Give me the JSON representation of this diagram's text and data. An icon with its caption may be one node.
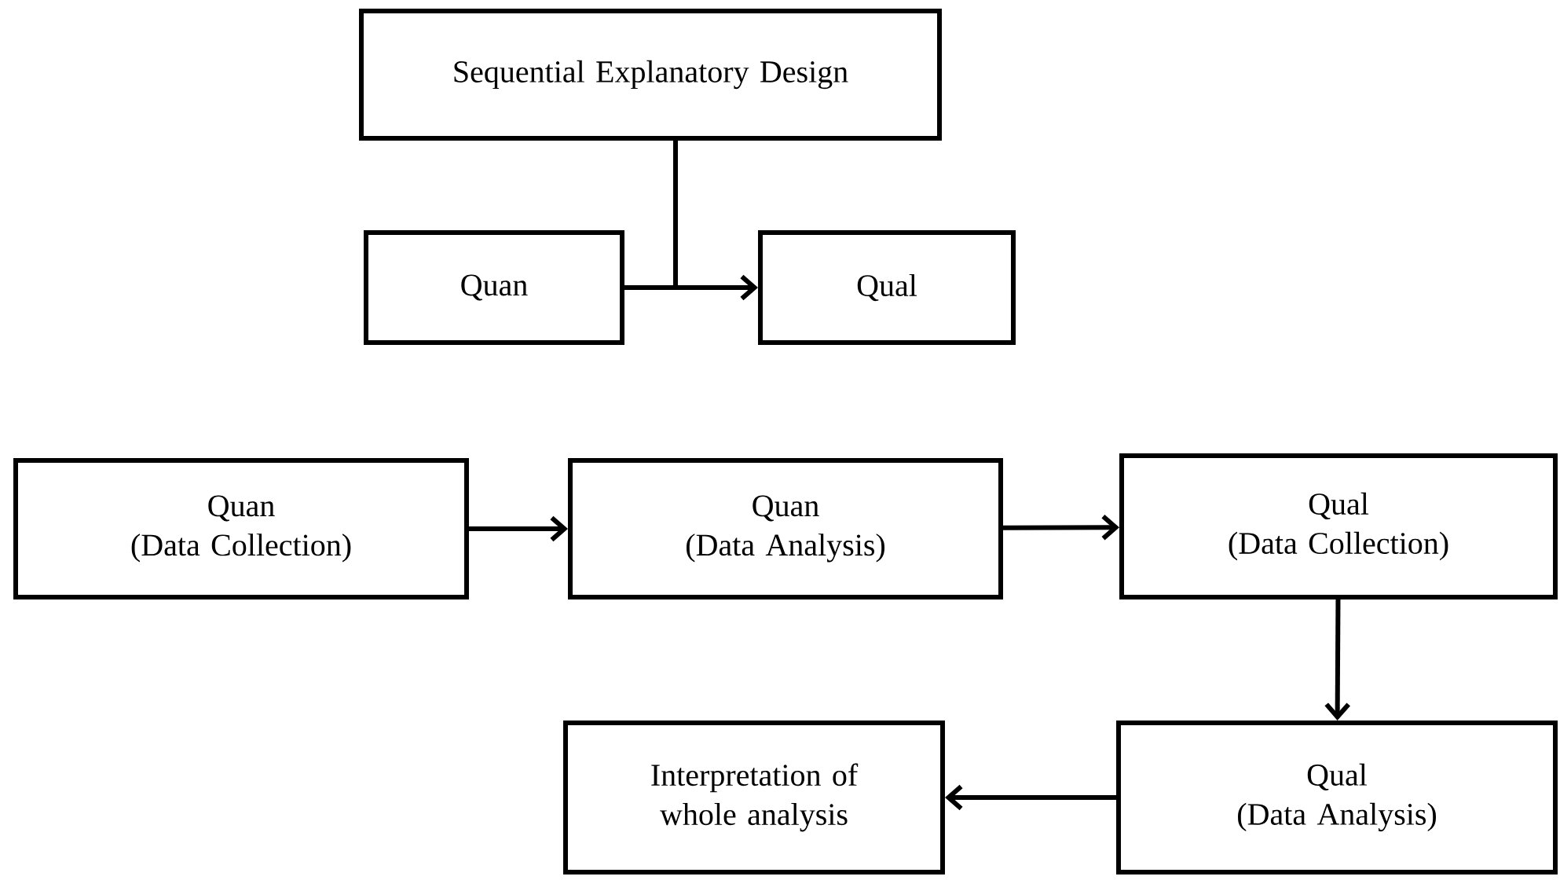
{
  "diagram": {
    "nodes": [
      {
        "text": [
          "Sequential Explanatory Design"
        ]
      },
      {
        "text": [
          "Quan"
        ]
      },
      {
        "text": [
          "Qual"
        ]
      },
      {
        "text": [
          "Quan",
          "(Data Collection)"
        ]
      },
      {
        "text": [
          "Quan",
          "(Data Analysis)"
        ]
      },
      {
        "text": [
          "Qual",
          "(Data Collection)"
        ]
      },
      {
        "text": [
          "Qual",
          "(Data Analysis)"
        ]
      },
      {
        "text": [
          "Interpretation of whole analysis"
        ]
      }
    ],
    "edges": [
      {
        "from": 0,
        "to": null,
        "arrow": "none"
      },
      {
        "from": 1,
        "to": 2,
        "arrow": "to"
      },
      {
        "from": 3,
        "to": 4,
        "arrow": "to"
      },
      {
        "from": 4,
        "to": 5,
        "arrow": "to"
      },
      {
        "from": 5,
        "to": 6,
        "arrow": "to"
      },
      {
        "from": 6,
        "to": 7,
        "arrow": "to"
      }
    ]
  }
}
